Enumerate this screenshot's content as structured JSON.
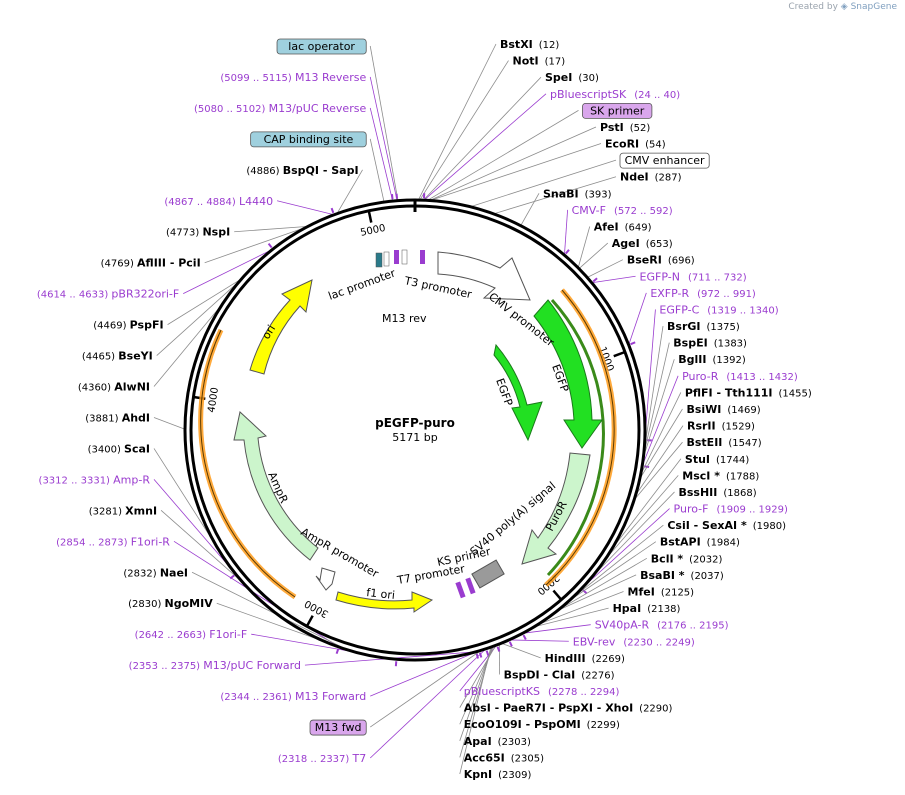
{
  "header": {
    "credit": "Created by",
    "brand": "SnapGene"
  },
  "plasmid": {
    "name": "pEGFP-puro",
    "size": "5171 bp",
    "length": 5171
  },
  "ticks": [
    {
      "label": "1000",
      "bp": 1000
    },
    {
      "label": "2000",
      "bp": 2000
    },
    {
      "label": "3000",
      "bp": 3000
    },
    {
      "label": "4000",
      "bp": 4000
    },
    {
      "label": "5000",
      "bp": 5000
    }
  ],
  "enzymes": [
    {
      "name": "BstXI",
      "pos": "(12)",
      "bp": 12
    },
    {
      "name": "NotI",
      "pos": "(17)",
      "bp": 17
    },
    {
      "name": "SpeI",
      "pos": "(30)",
      "bp": 30
    },
    {
      "name": "PstI",
      "pos": "(52)",
      "bp": 52
    },
    {
      "name": "EcoRI",
      "pos": "(54)",
      "bp": 54
    },
    {
      "name": "NdeI",
      "pos": "(287)",
      "bp": 287
    },
    {
      "name": "SnaBI",
      "pos": "(393)",
      "bp": 393
    },
    {
      "name": "AfeI",
      "pos": "(649)",
      "bp": 649
    },
    {
      "name": "AgeI",
      "pos": "(653)",
      "bp": 653
    },
    {
      "name": "BseRI",
      "pos": "(696)",
      "bp": 696
    },
    {
      "name": "BsrGI",
      "pos": "(1375)",
      "bp": 1375
    },
    {
      "name": "BspEI",
      "pos": "(1383)",
      "bp": 1383
    },
    {
      "name": "BglII",
      "pos": "(1392)",
      "bp": 1392
    },
    {
      "name": "PflFI - Tth111I",
      "pos": "(1455)",
      "bp": 1455
    },
    {
      "name": "BsiWI",
      "pos": "(1469)",
      "bp": 1469
    },
    {
      "name": "RsrII",
      "pos": "(1529)",
      "bp": 1529
    },
    {
      "name": "BstEII",
      "pos": "(1547)",
      "bp": 1547
    },
    {
      "name": "StuI",
      "pos": "(1744)",
      "bp": 1744
    },
    {
      "name": "MscI *",
      "pos": "(1788)",
      "bp": 1788
    },
    {
      "name": "BssHII",
      "pos": "(1868)",
      "bp": 1868
    },
    {
      "name": "CsiI - SexAI *",
      "pos": "(1980)",
      "bp": 1980
    },
    {
      "name": "BstAPI",
      "pos": "(1984)",
      "bp": 1984
    },
    {
      "name": "BclI *",
      "pos": "(2032)",
      "bp": 2032
    },
    {
      "name": "BsaBI *",
      "pos": "(2037)",
      "bp": 2037
    },
    {
      "name": "MfeI",
      "pos": "(2125)",
      "bp": 2125
    },
    {
      "name": "HpaI",
      "pos": "(2138)",
      "bp": 2138
    },
    {
      "name": "HindIII",
      "pos": "(2269)",
      "bp": 2269
    },
    {
      "name": "BspDI - ClaI",
      "pos": "(2276)",
      "bp": 2276
    },
    {
      "name": "AbsI - PaeR7I - PspXI - XhoI",
      "pos": "(2290)",
      "bp": 2290
    },
    {
      "name": "EcoO109I - PspOMI",
      "pos": "(2299)",
      "bp": 2299
    },
    {
      "name": "ApaI",
      "pos": "(2303)",
      "bp": 2303
    },
    {
      "name": "Acc65I",
      "pos": "(2305)",
      "bp": 2305
    },
    {
      "name": "KpnI",
      "pos": "(2309)",
      "bp": 2309
    },
    {
      "name": "NgoMIV",
      "pos": "(2830)",
      "bp": 2830
    },
    {
      "name": "NaeI",
      "pos": "(2832)",
      "bp": 2832
    },
    {
      "name": "XmnI",
      "pos": "(3281)",
      "bp": 3281
    },
    {
      "name": "ScaI",
      "pos": "(3400)",
      "bp": 3400
    },
    {
      "name": "AhdI",
      "pos": "(3881)",
      "bp": 3881
    },
    {
      "name": "AlwNI",
      "pos": "(4360)",
      "bp": 4360
    },
    {
      "name": "BseYI",
      "pos": "(4465)",
      "bp": 4465
    },
    {
      "name": "PspFI",
      "pos": "(4469)",
      "bp": 4469
    },
    {
      "name": "AflIII - PciI",
      "pos": "(4769)",
      "bp": 4769
    },
    {
      "name": "NspI",
      "pos": "(4773)",
      "bp": 4773
    },
    {
      "name": "BspQI - SapI",
      "pos": "(4886)",
      "bp": 4886
    }
  ],
  "primers": [
    {
      "name": "M13 Reverse",
      "range": "(5099 .. 5115)",
      "bp": 5107
    },
    {
      "name": "M13/pUC Reverse",
      "range": "(5080 .. 5102)",
      "bp": 5091
    },
    {
      "name": "L4440",
      "range": "(4867 .. 4884)",
      "bp": 4875
    },
    {
      "name": "pBR322ori-F",
      "range": "(4614 .. 4633)",
      "bp": 4623
    },
    {
      "name": "pBluescriptSK",
      "range": "(24 .. 40)",
      "bp": 32
    },
    {
      "name": "CMV-F",
      "range": "(572 .. 592)",
      "bp": 582
    },
    {
      "name": "EGFP-N",
      "range": "(711 .. 732)",
      "bp": 721
    },
    {
      "name": "EXFP-R",
      "range": "(972 .. 991)",
      "bp": 981
    },
    {
      "name": "EGFP-C",
      "range": "(1319 .. 1340)",
      "bp": 1329
    },
    {
      "name": "Puro-R",
      "range": "(1413 .. 1432)",
      "bp": 1422
    },
    {
      "name": "Puro-F",
      "range": "(1909 .. 1929)",
      "bp": 1919
    },
    {
      "name": "SV40pA-R",
      "range": "(2176 .. 2195)",
      "bp": 2185
    },
    {
      "name": "EBV-rev",
      "range": "(2230 .. 2249)",
      "bp": 2239
    },
    {
      "name": "pBluescriptKS",
      "range": "(2278 .. 2294)",
      "bp": 2286
    },
    {
      "name": "T7",
      "range": "(2318 .. 2337)",
      "bp": 2327
    },
    {
      "name": "M13 Forward",
      "range": "(2344 .. 2361)",
      "bp": 2352
    },
    {
      "name": "M13/pUC Forward",
      "range": "(2353 .. 2375)",
      "bp": 2364
    },
    {
      "name": "F1ori-F",
      "range": "(2642 .. 2663)",
      "bp": 2652
    },
    {
      "name": "F1ori-R",
      "range": "(2854 .. 2873)",
      "bp": 2863
    },
    {
      "name": "Amp-R",
      "range": "(3312 .. 3331)",
      "bp": 3321
    }
  ],
  "boxed_labels": [
    {
      "name": "lac operator",
      "fill": "#9fd0de",
      "bp": 5110
    },
    {
      "name": "CAP binding site",
      "fill": "#9fd0de",
      "bp": 5060
    },
    {
      "name": "SK primer",
      "fill": "#d9a6ec",
      "bp": 45
    },
    {
      "name": "CMV enhancer",
      "fill": "#ffffff",
      "bp": 200
    },
    {
      "name": "M13 fwd",
      "fill": "#d9a6ec",
      "bp": 2345
    }
  ],
  "features": [
    {
      "name": "lac promoter",
      "color": "#ffffff"
    },
    {
      "name": "M13 rev",
      "color": "#9a3ccf"
    },
    {
      "name": "T3 promoter",
      "color": "#ffffff"
    },
    {
      "name": "CMV promoter",
      "color": "#ffffff"
    },
    {
      "name": "EGFP",
      "color": "#22e022"
    },
    {
      "name": "EGFP",
      "color": "#22e022"
    },
    {
      "name": "PuroR",
      "color": "#ccf5cc"
    },
    {
      "name": "SV40 poly(A) signal",
      "color": "#9a9a9a"
    },
    {
      "name": "KS primer",
      "color": "#9a3ccf"
    },
    {
      "name": "T7 promoter",
      "color": "#ffffff"
    },
    {
      "name": "f1 ori",
      "color": "#ffff00"
    },
    {
      "name": "AmpR promoter",
      "color": "#ffffff"
    },
    {
      "name": "AmpR",
      "color": "#ccf5cc"
    },
    {
      "name": "ori",
      "color": "#ffff00"
    }
  ],
  "colors": {
    "primer": "#9a3ccf",
    "orf": "#ff9b1a",
    "backbone": "#000000"
  }
}
